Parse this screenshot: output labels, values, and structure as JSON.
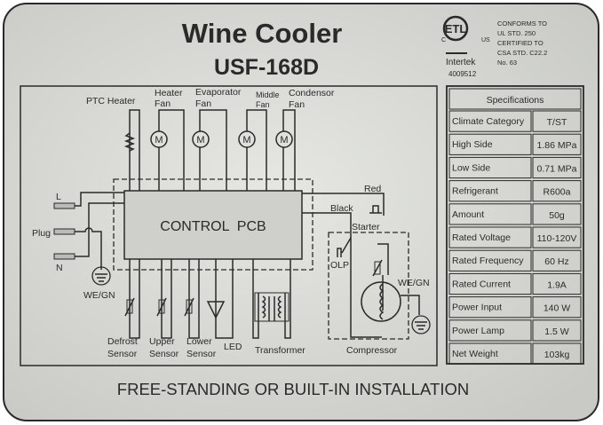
{
  "label": {
    "title": "Wine Cooler",
    "model": "USF-168D",
    "footer": "FREE-STANDING OR BUILT-IN INSTALLATION",
    "colors": {
      "background": "#d9dad6",
      "ink": "#2a2a2a"
    }
  },
  "certification": {
    "mark": "ETL",
    "left": "C",
    "right": "US",
    "lab": "Intertek",
    "number": "4009512",
    "lines": [
      "CONFORMS TO",
      "UL STD. 250",
      "CERTIFIED TO",
      "CSA STD. C22.2",
      "No. 63"
    ]
  },
  "diagram": {
    "pcb": "CONTROL  PCB",
    "top": {
      "ptc": "PTC Heater",
      "heater1": "Heater",
      "heater2": "Fan",
      "evap1": "Evaporator",
      "evap2": "Fan",
      "mid1": "Middle",
      "mid2": "Fan",
      "cond1": "Condensor",
      "cond2": "Fan",
      "motor": "M"
    },
    "left": {
      "l": "L",
      "plug": "Plug",
      "n": "N",
      "ground": "WE/GN"
    },
    "bottom": {
      "defrost1": "Defrost",
      "defrost2": "Sensor",
      "upper1": "Upper",
      "upper2": "Sensor",
      "lower1": "Lower",
      "lower2": "Sensor",
      "led": "LED",
      "transformer": "Transformer"
    },
    "right": {
      "red": "Red",
      "black": "Black",
      "starter": "Starter",
      "olp": "OLP",
      "ground": "WE/GN",
      "compressor": "Compressor"
    }
  },
  "specifications": {
    "header": "Specifications",
    "rows": [
      {
        "name": "Climate Category",
        "value": "T/ST"
      },
      {
        "name": "High Side",
        "value": "1.86 MPa"
      },
      {
        "name": "Low Side",
        "value": "0.71 MPa"
      },
      {
        "name": "Refrigerant",
        "value": "R600a"
      },
      {
        "name": "Amount",
        "value": "50g"
      },
      {
        "name": "Rated Voltage",
        "value": "110-120V"
      },
      {
        "name": "Rated Frequency",
        "value": "60 Hz"
      },
      {
        "name": "Rated Current",
        "value": "1.9A"
      },
      {
        "name": "Power Input",
        "value": "140 W"
      },
      {
        "name": "Power Lamp",
        "value": "1.5 W"
      },
      {
        "name": "Net Weight",
        "value": "103kg"
      }
    ]
  }
}
